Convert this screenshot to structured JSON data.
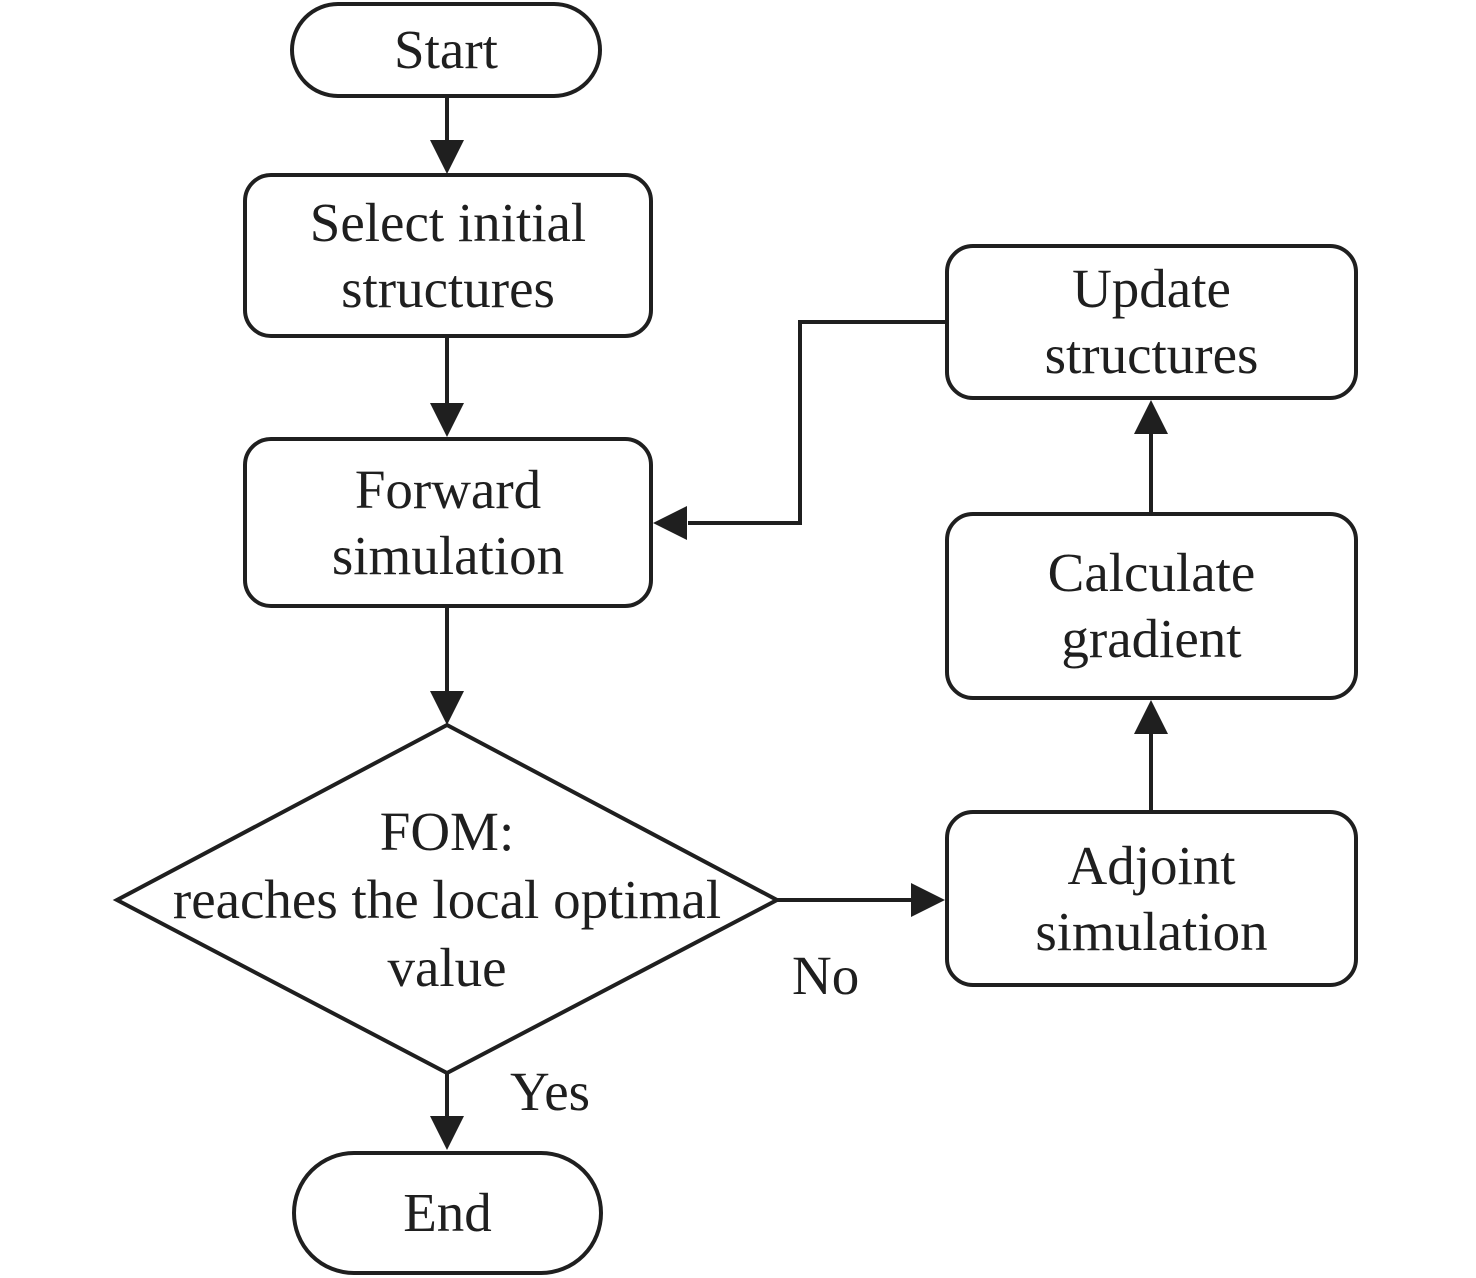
{
  "figure": {
    "type": "flowchart",
    "background": "#ffffff",
    "line_color": "#1f1f1f",
    "text_color": "#1f1f1f"
  },
  "nodes": {
    "start": {
      "shape": "terminator",
      "label": "Start"
    },
    "select_initial": {
      "shape": "process",
      "lines": [
        "Select initial",
        "structures"
      ]
    },
    "forward_sim": {
      "shape": "process",
      "lines": [
        "Forward",
        "simulation"
      ]
    },
    "fom_decision": {
      "shape": "decision",
      "lines": [
        "FOM:",
        "reaches the local optimal",
        "value"
      ]
    },
    "adjoint_sim": {
      "shape": "process",
      "lines": [
        "Adjoint",
        "simulation"
      ]
    },
    "calc_gradient": {
      "shape": "process",
      "lines": [
        "Calculate",
        "gradient"
      ]
    },
    "update_structures": {
      "shape": "process",
      "lines": [
        "Update",
        "structures"
      ]
    },
    "end": {
      "shape": "terminator",
      "label": "End"
    }
  },
  "edges": [
    {
      "from": "start",
      "to": "select_initial",
      "label": ""
    },
    {
      "from": "select_initial",
      "to": "forward_sim",
      "label": ""
    },
    {
      "from": "forward_sim",
      "to": "fom_decision",
      "label": ""
    },
    {
      "from": "fom_decision",
      "to": "adjoint_sim",
      "label": "No"
    },
    {
      "from": "adjoint_sim",
      "to": "calc_gradient",
      "label": ""
    },
    {
      "from": "calc_gradient",
      "to": "update_structures",
      "label": ""
    },
    {
      "from": "update_structures",
      "to": "forward_sim",
      "label": ""
    },
    {
      "from": "fom_decision",
      "to": "end",
      "label": "Yes"
    }
  ]
}
